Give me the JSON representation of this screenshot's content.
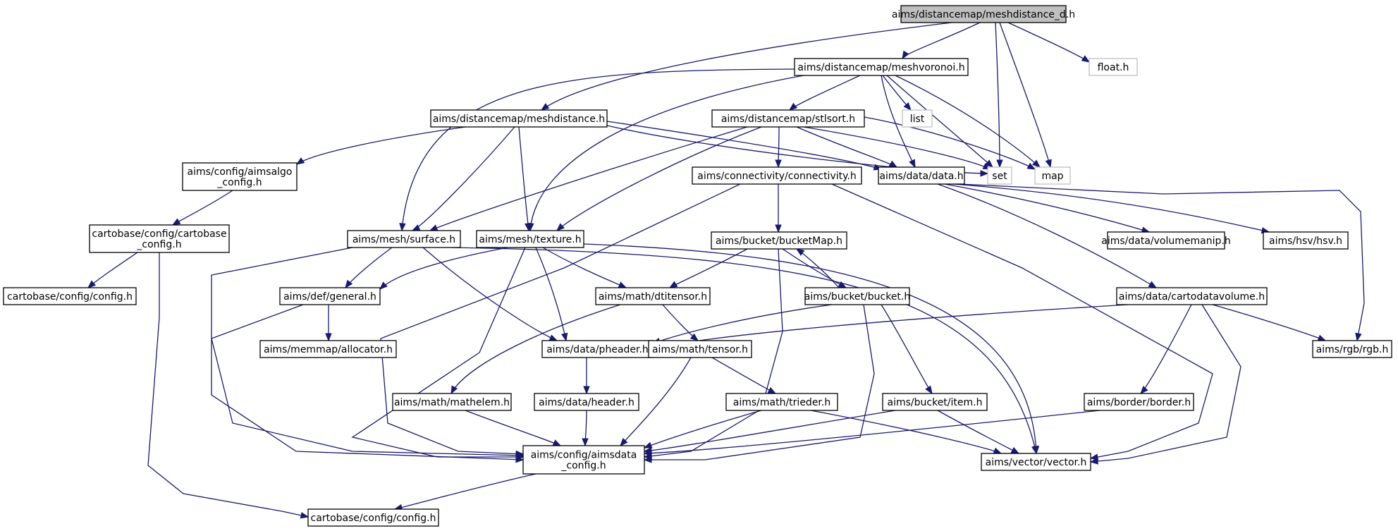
{
  "nodes": [
    {
      "id": "root",
      "lines": [
        "aims/distancemap/meshdistance_d.h"
      ],
      "style": "root"
    },
    {
      "id": "voronoi",
      "lines": [
        "aims/distancemap/meshvoronoi.h"
      ]
    },
    {
      "id": "float",
      "lines": [
        "float.h"
      ],
      "style": "ext"
    },
    {
      "id": "meshdist",
      "lines": [
        "aims/distancemap/meshdistance.h"
      ]
    },
    {
      "id": "stlsort",
      "lines": [
        "aims/distancemap/stlsort.h"
      ]
    },
    {
      "id": "list",
      "lines": [
        "list"
      ],
      "style": "ext"
    },
    {
      "id": "algocfg",
      "lines": [
        "aims/config/aimsalgo",
        "_config.h"
      ]
    },
    {
      "id": "conn",
      "lines": [
        "aims/connectivity/connectivity.h"
      ]
    },
    {
      "id": "data",
      "lines": [
        "aims/data/data.h"
      ]
    },
    {
      "id": "set",
      "lines": [
        "set"
      ],
      "style": "ext"
    },
    {
      "id": "map",
      "lines": [
        "map"
      ],
      "style": "ext"
    },
    {
      "id": "cartocfg",
      "lines": [
        "cartobase/config/cartobase",
        "_config.h"
      ]
    },
    {
      "id": "surface",
      "lines": [
        "aims/mesh/surface.h"
      ]
    },
    {
      "id": "texture",
      "lines": [
        "aims/mesh/texture.h"
      ]
    },
    {
      "id": "bmap",
      "lines": [
        "aims/bucket/bucketMap.h"
      ]
    },
    {
      "id": "vmanip",
      "lines": [
        "aims/data/volumemanip.h"
      ]
    },
    {
      "id": "hsv",
      "lines": [
        "aims/hsv/hsv.h"
      ]
    },
    {
      "id": "cfgtop",
      "lines": [
        "cartobase/config/config.h"
      ]
    },
    {
      "id": "general",
      "lines": [
        "aims/def/general.h"
      ]
    },
    {
      "id": "dtensor",
      "lines": [
        "aims/math/dtitensor.h"
      ]
    },
    {
      "id": "bucket",
      "lines": [
        "aims/bucket/bucket.h"
      ]
    },
    {
      "id": "cdv",
      "lines": [
        "aims/data/cartodatavolume.h"
      ]
    },
    {
      "id": "alloc",
      "lines": [
        "aims/memmap/allocator.h"
      ]
    },
    {
      "id": "pheader",
      "lines": [
        "aims/data/pheader.h"
      ]
    },
    {
      "id": "tensor",
      "lines": [
        "aims/math/tensor.h"
      ]
    },
    {
      "id": "rgb",
      "lines": [
        "aims/rgb/rgb.h"
      ]
    },
    {
      "id": "mathelem",
      "lines": [
        "aims/math/mathelem.h"
      ]
    },
    {
      "id": "header",
      "lines": [
        "aims/data/header.h"
      ]
    },
    {
      "id": "trieder",
      "lines": [
        "aims/math/trieder.h"
      ]
    },
    {
      "id": "item",
      "lines": [
        "aims/bucket/item.h"
      ]
    },
    {
      "id": "border",
      "lines": [
        "aims/border/border.h"
      ]
    },
    {
      "id": "aimscfg",
      "lines": [
        "aims/config/aimsdata",
        "_config.h"
      ]
    },
    {
      "id": "vector",
      "lines": [
        "aims/vector/vector.h"
      ]
    },
    {
      "id": "cfgbot",
      "lines": [
        "cartobase/config/config.h"
      ]
    }
  ]
}
